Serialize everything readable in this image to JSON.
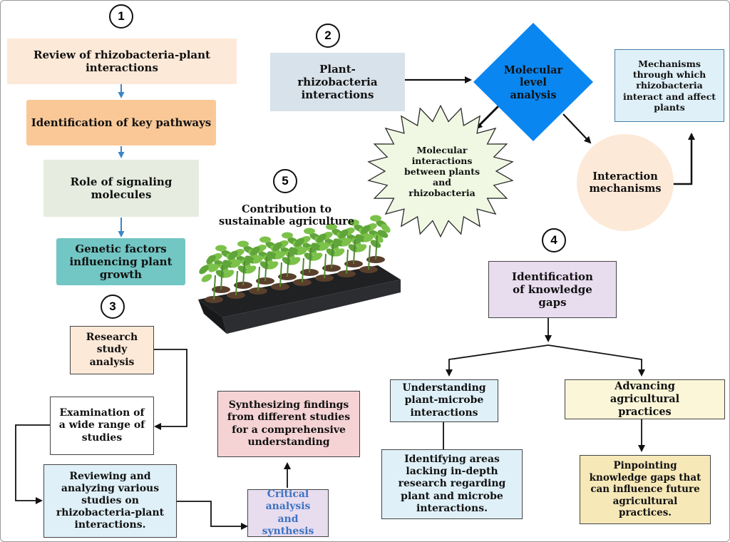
{
  "markers": [
    "1",
    "2",
    "3",
    "4",
    "5"
  ],
  "section1": {
    "review": "Review of rhizobacteria-plant interactions",
    "pathways": "Identification of key pathways",
    "signaling": "Role of signaling molecules",
    "genetic": "Genetic factors influencing plant growth"
  },
  "section2": {
    "plant_rhizo": "Plant-rhizobacteria interactions",
    "molecular": "Molecular level analysis",
    "mechanisms": "Mechanisms through which rhizobacteria interact and affect plants",
    "molecular_interactions": "Molecular interactions between plants and rhizobacteria",
    "interaction_mechanisms": "Interaction mechanisms"
  },
  "section3": {
    "research": "Research study analysis",
    "examination": "Examination of a wide range of studies",
    "reviewing": "Reviewing and analyzing various studies on rhizobacteria-plant interactions.",
    "critical": "Critical analysis and synthesis",
    "synthesizing": "Synthesizing findings from different studies for a comprehensive understanding"
  },
  "section4": {
    "gaps": "Identification of knowledge gaps",
    "understanding": "Understanding plant-microbe interactions",
    "advancing": "Advancing agricultural practices",
    "identifying": "Identifying areas lacking in-depth research regarding plant and microbe interactions.",
    "pinpointing": "Pinpointing knowledge gaps that can influence future agricultural practices."
  },
  "section5": {
    "title": "Contribution to sustainable agriculture"
  },
  "colors": {
    "peach": "#fde9d8",
    "orange": "#fac897",
    "sage": "#e6ecdf",
    "teal": "#72c6c4",
    "steel": "#d8e2ea",
    "blue_diamond": "#0a86f0",
    "light_blue": "#dff0f8",
    "starburst": "#f0f8e3",
    "circle": "#fde9d8",
    "lavender": "#e8dcef",
    "pink": "#f5d3d4",
    "cream": "#fbf6d8",
    "gold": "#f7e8b8",
    "critical_text": "#3c73c0",
    "arrow_blue": "#3a86c8"
  }
}
